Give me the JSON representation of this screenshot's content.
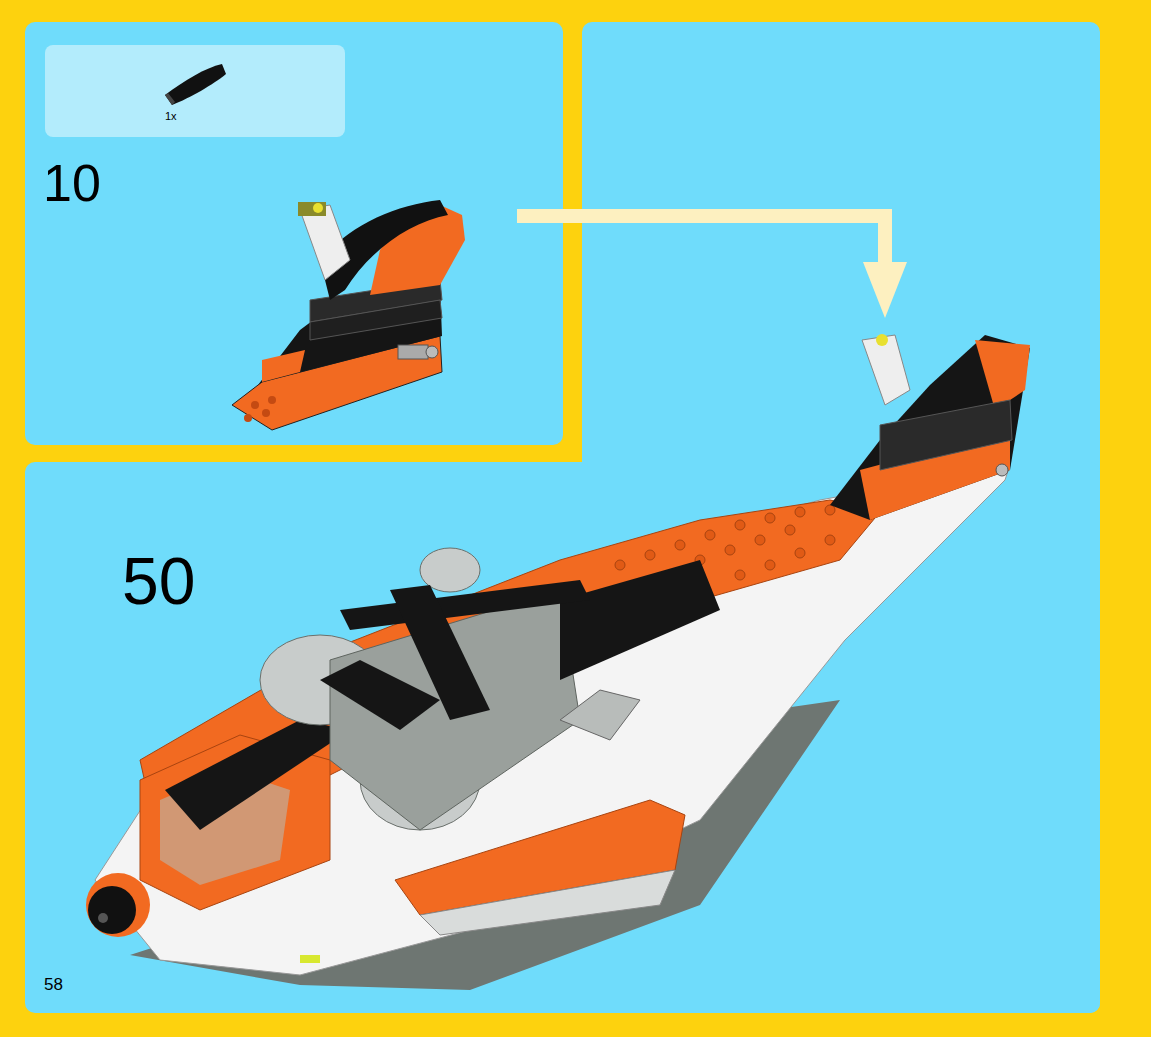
{
  "diagram": {
    "labels": [
      "1x",
      "10",
      "50",
      "58"
    ]
  }
}
